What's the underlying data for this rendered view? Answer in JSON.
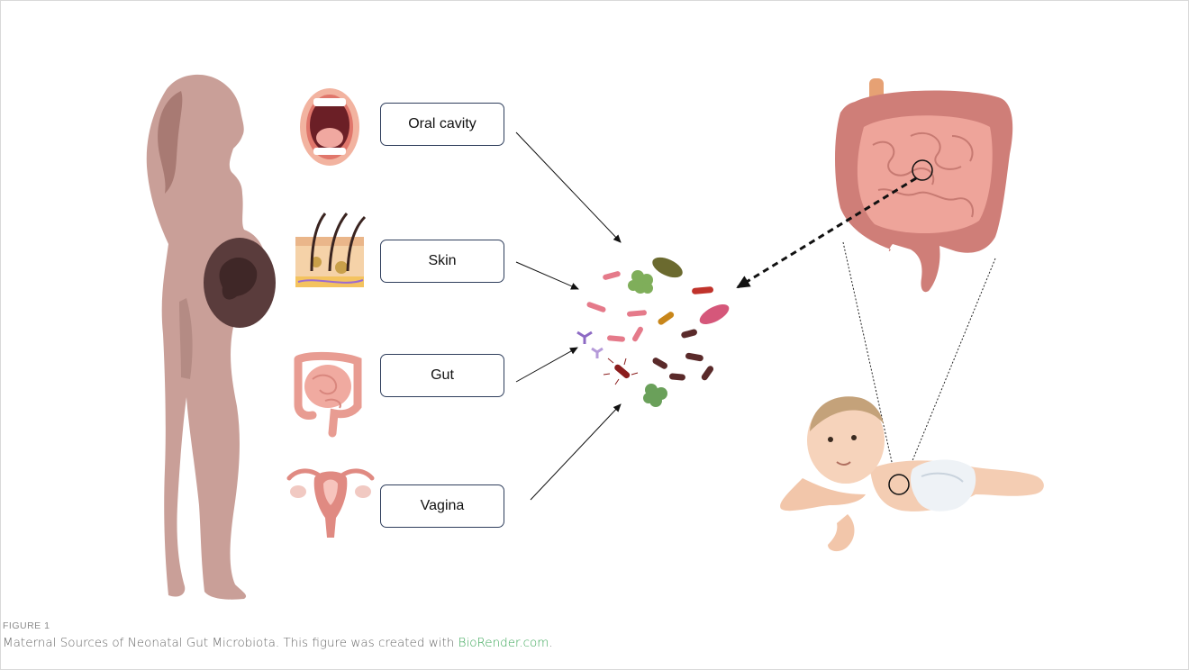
{
  "labels": {
    "oral": "Oral cavity",
    "skin": "Skin",
    "gut": "Gut",
    "vagina": "Vagina"
  },
  "caption": {
    "figure_number": "FIGURE 1",
    "text": "Maternal Sources of Neonatal Gut Microbiota. This figure was created with ",
    "link_text": "BioRender.com",
    "end": "."
  },
  "colors": {
    "mother": "#c79c95",
    "intestine": "#e89c92",
    "colon": "#cf7e78",
    "label_border": "#2f3e5c",
    "link": "#3aa657"
  },
  "icons": [
    "pregnant-woman-icon",
    "mouth-icon",
    "skin-icon",
    "intestine-icon",
    "uterus-icon",
    "bacteria-icon",
    "large-intestine-icon",
    "baby-icon"
  ]
}
